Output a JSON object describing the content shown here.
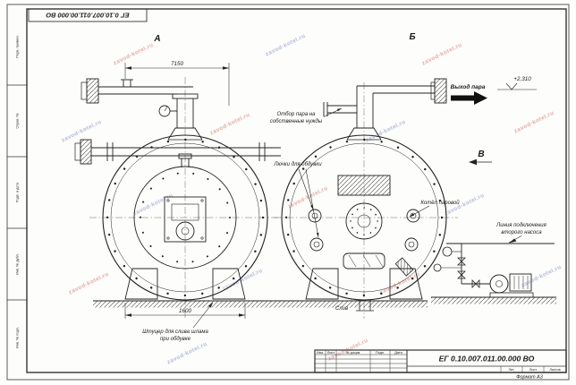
{
  "doc": {
    "number": "ЕГ 0.10.007.011.00.000 ВО",
    "format": "Формат А3"
  },
  "title_block": {
    "col_izm": "Изм.",
    "col_list": "Лист",
    "col_doc": "№ докум.",
    "col_podp": "Подп.",
    "col_data": "Дата",
    "lit": "Лит.",
    "sheet": "Лист",
    "sheets": "Листов"
  },
  "frame": {
    "left_labels": [
      "Перв. примен.",
      "Справ. №",
      "Подп. и дата",
      "Инв. № дубл.",
      "Инв. № подл."
    ]
  },
  "views": {
    "a": "А",
    "b": "Б",
    "v": "В"
  },
  "dimensions": {
    "overall_width": "7150",
    "support_span": "1600",
    "elevation": "+2,310"
  },
  "annotations": {
    "steam_outlet": "Выход пара",
    "own_needs_line1": "Отбор пара на",
    "own_needs_line2": "собственные нужды",
    "blow_hatches": "Лючки для обдувки",
    "boiler": "Котёл паровой",
    "pump_line1": "Линия подключения",
    "pump_line2": "второго насоса",
    "sludge_line1": "Штуцер для слива шлама",
    "sludge_line2": "при обдувке",
    "drain": "Слив"
  },
  "watermark": {
    "text": "zavod-kotel.ru"
  }
}
